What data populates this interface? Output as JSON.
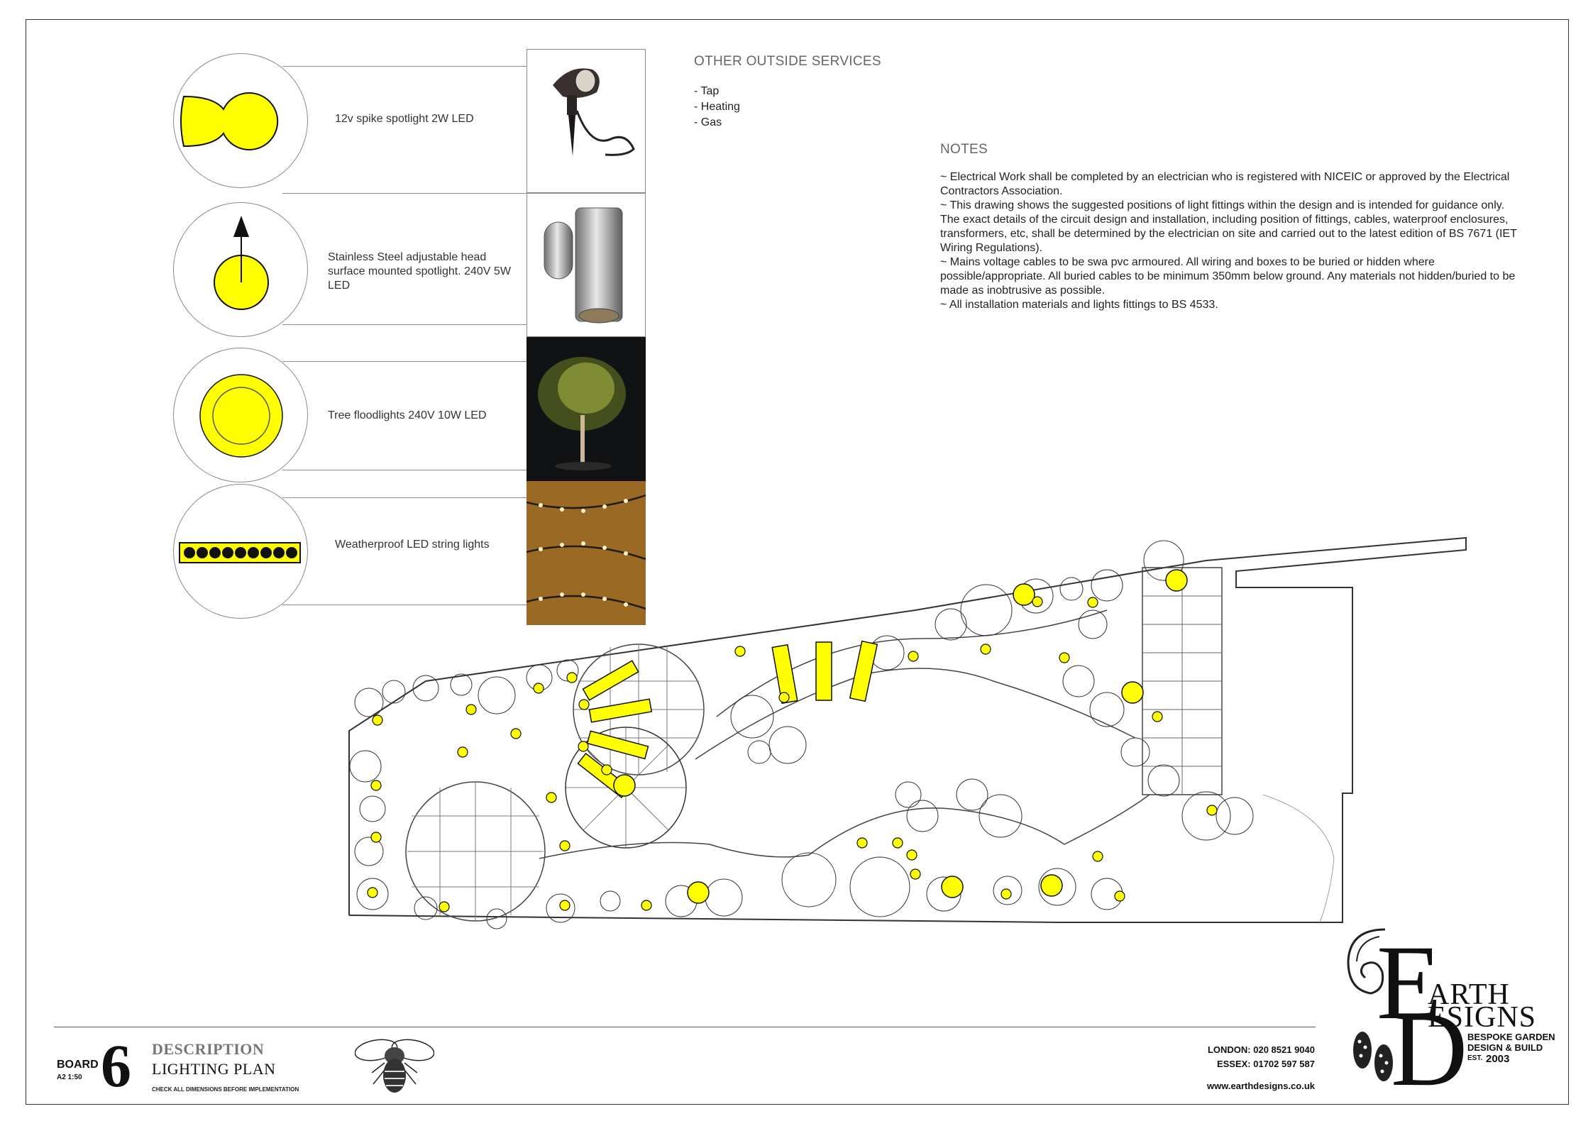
{
  "legend": [
    {
      "label": "12v spike spotlight 2W LED"
    },
    {
      "label": "Stainless Steel adjustable head surface mounted spotlight. 240V 5W LED"
    },
    {
      "label": "Tree floodlights 240V 10W LED"
    },
    {
      "label": "Weatherproof LED string lights"
    }
  ],
  "services": {
    "title": "OTHER OUTSIDE SERVICES",
    "items": [
      "- Tap",
      "- Heating",
      "- Gas"
    ]
  },
  "notes": {
    "title": "NOTES",
    "paragraphs": [
      "~ Electrical Work shall be completed by an electrician who is registered with NICEIC or approved by the Electrical Contractors Association.",
      "~ This drawing shows the suggested positions of light fittings within the design and is intended for guidance only. The exact details of the circuit design and installation, including position of fittings, cables, waterproof enclosures, transformers, etc, shall be determined by the electrician on site and carried out to the latest edition of BS 7671 (IET Wiring Regulations).",
      "~ Mains voltage cables to be swa pvc armoured. All wiring and boxes to be buried or hidden where possible/appropriate. All buried cables to be minimum 350mm below ground. Any materials not hidden/buried to be made as inobtrusive as possible.",
      "~ All installation materials and lights fittings to BS 4533."
    ]
  },
  "titleblock": {
    "board_label": "BOARD",
    "scale": "A2 1:50",
    "board_number": "6",
    "description_label": "DESCRIPTION",
    "description": "LIGHTING PLAN",
    "check": "CHECK ALL DIMENSIONS BEFORE IMPLEMENTATION",
    "london": "LONDON: 020 8521 9040",
    "essex": "ESSEX: 01702 597 587",
    "website": "www.earthdesigns.co.uk"
  },
  "logo": {
    "e": "E",
    "arth": "ARTH",
    "d": "D",
    "esigns": "ESIGNS",
    "tagline1": "BESPOKE GARDEN",
    "tagline2": "DESIGN & BUILD",
    "est": "EST.",
    "year": "2003"
  },
  "colors": {
    "light": "#ffff00",
    "outline": "#111111",
    "frame": "#333333"
  }
}
